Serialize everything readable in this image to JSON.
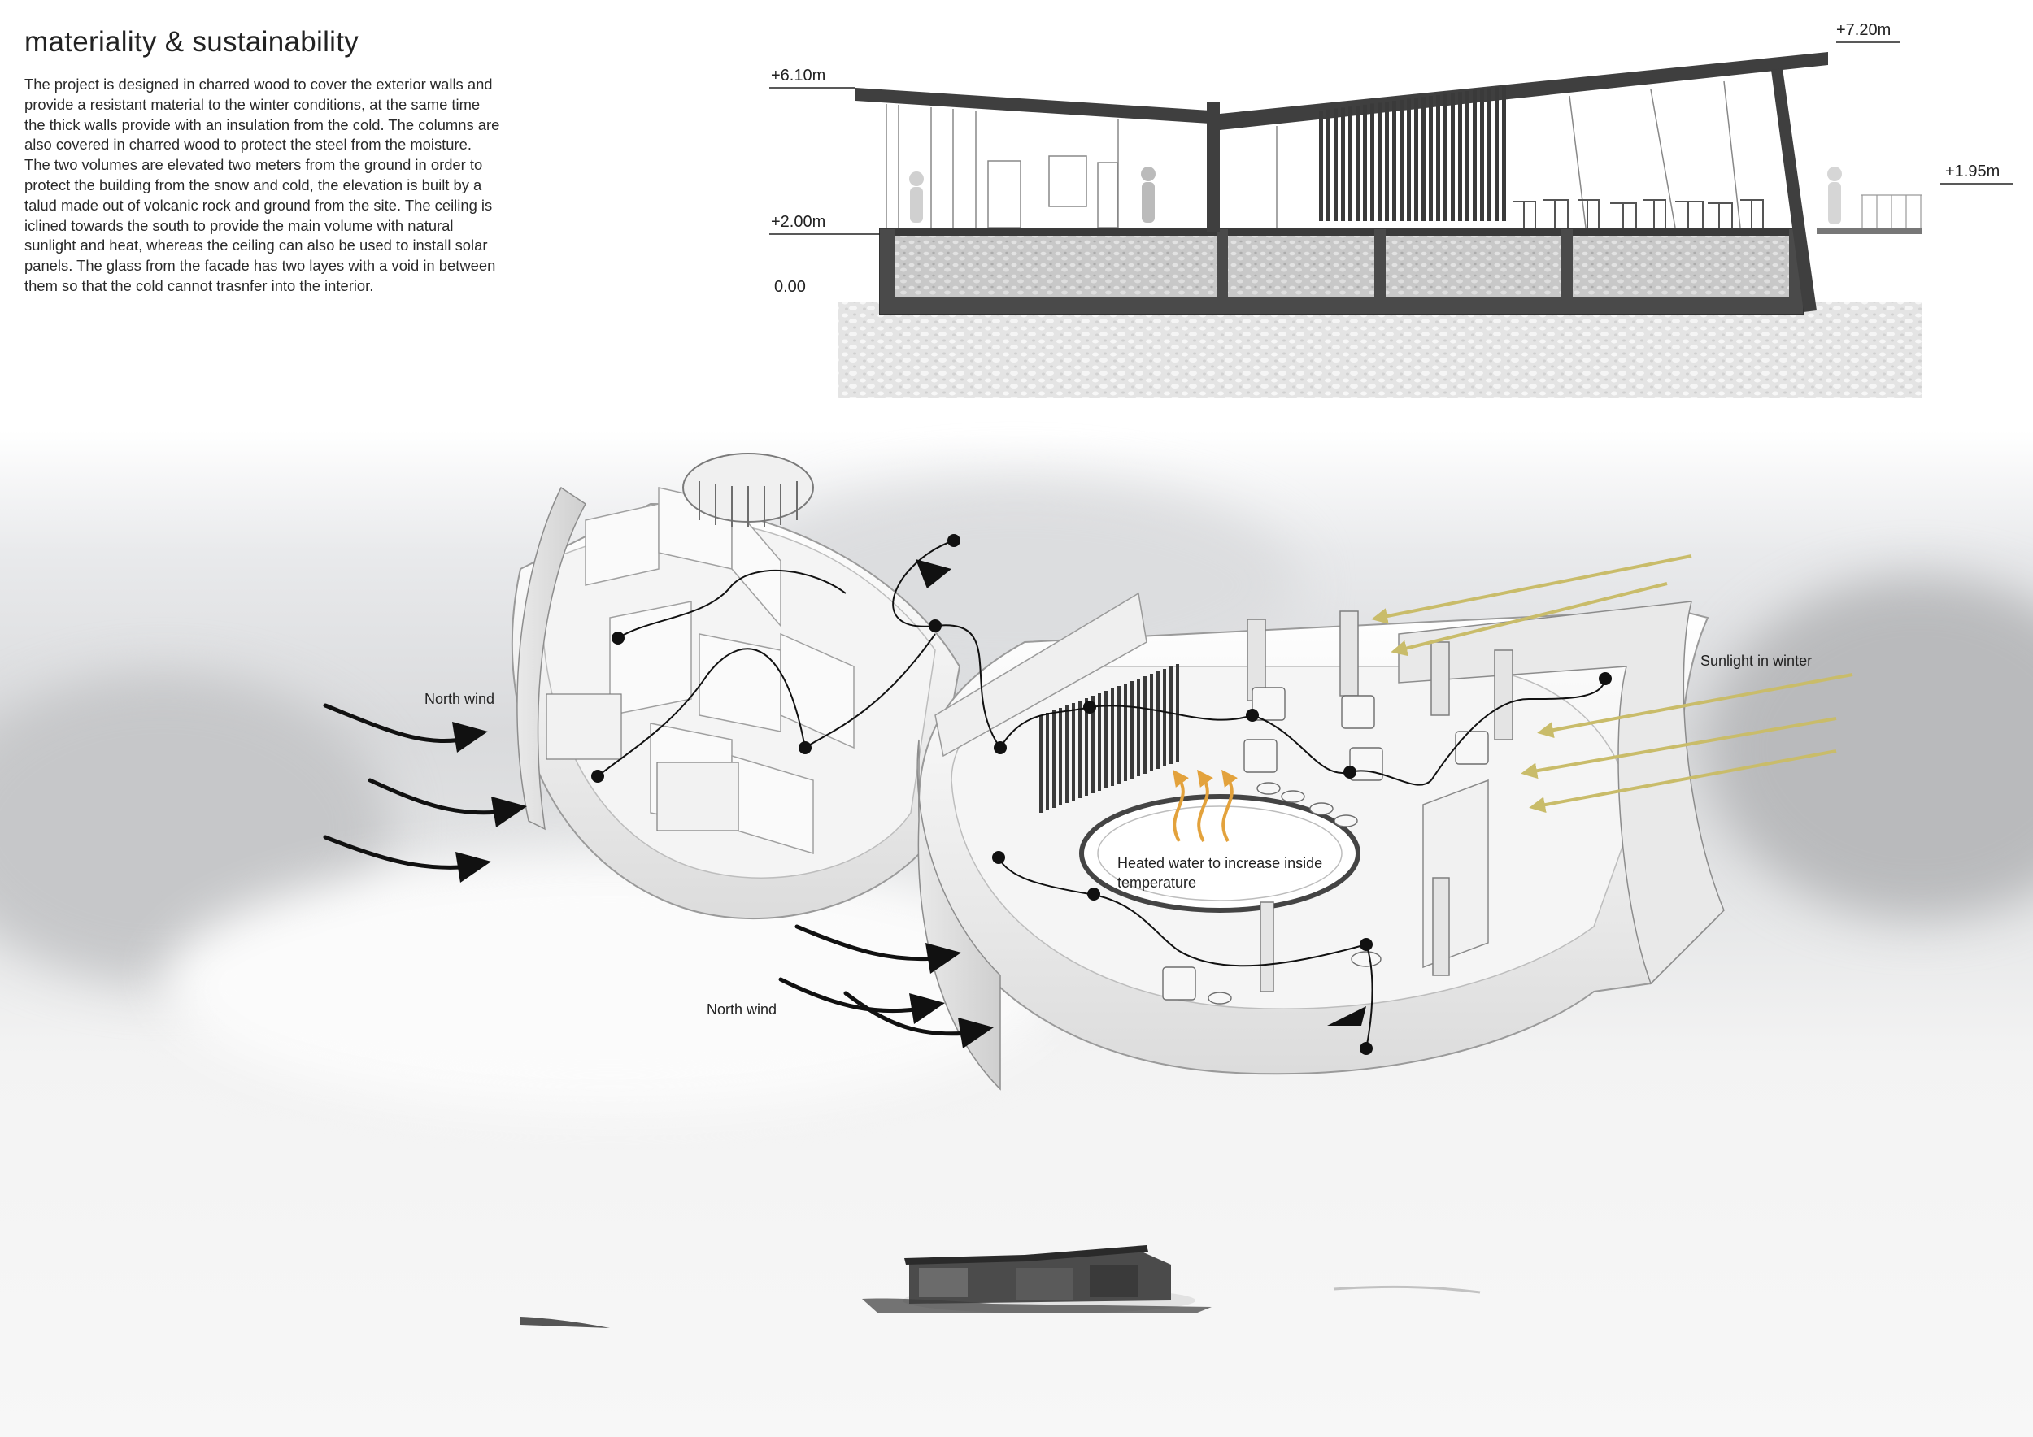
{
  "header": {
    "title": "materiality & sustainability",
    "body": "The project is designed in charred wood to cover the exterior walls and provide a resistant material to the winter conditions, at the same time the thick walls provide with an insulation from the cold. The columns are also covered in charred wood to protect the steel from the moisture. The two volumes are elevated two meters from the ground in order to protect the building from the snow and cold, the elevation is built by a talud made out of volcanic rock and ground from the site. The ceiling is iclined towards the south to provide the main volume with natural sunlight and heat, whereas the ceiling can also be used to install solar panels. The glass from the facade has two layes with a void in between them so that the cold cannot trasnfer into the interior."
  },
  "section": {
    "levels": {
      "top": "+7.20m",
      "roof_left": "+6.10m",
      "floor": "+2.00m",
      "ground": "0.00",
      "deck": "+1.95m"
    }
  },
  "axonometric": {
    "labels": {
      "north_wind_1": "North wind",
      "north_wind_2": "North wind",
      "sunlight": "Sunlight in winter",
      "heated_water_1": "Heated water to increase inside",
      "heated_water_2": "temperature"
    },
    "colors": {
      "sun_arrows": "#c9bc6a",
      "heat_arrows": "#e3a23c",
      "wind_arrows": "#111111",
      "charred_wood": "#3a3a3a"
    }
  }
}
